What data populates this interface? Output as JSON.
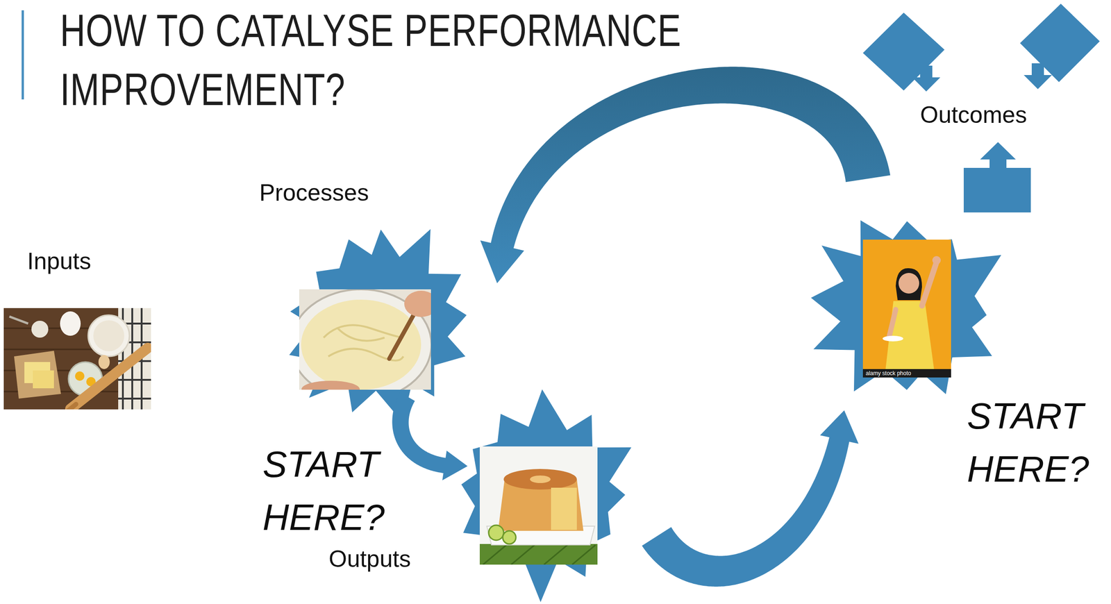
{
  "diagram": {
    "title": "HOW TO CATALYSE PERFORMANCE IMPROVEMENT?",
    "nodes": [
      {
        "text": [
          "Inputs"
        ]
      },
      {
        "text": [
          "Processes"
        ]
      },
      {
        "text": [
          "Outputs"
        ]
      },
      {
        "text": [
          "Outcomes"
        ]
      }
    ],
    "edges": [
      {
        "from": 1,
        "to": 2,
        "arrow": "to"
      },
      {
        "from": 2,
        "to": 3,
        "arrow": "to"
      },
      {
        "from": 3,
        "to": 1,
        "arrow": "to"
      }
    ],
    "labels": [
      "START HERE?",
      "START HERE?",
      "alamy stock photo"
    ]
  }
}
